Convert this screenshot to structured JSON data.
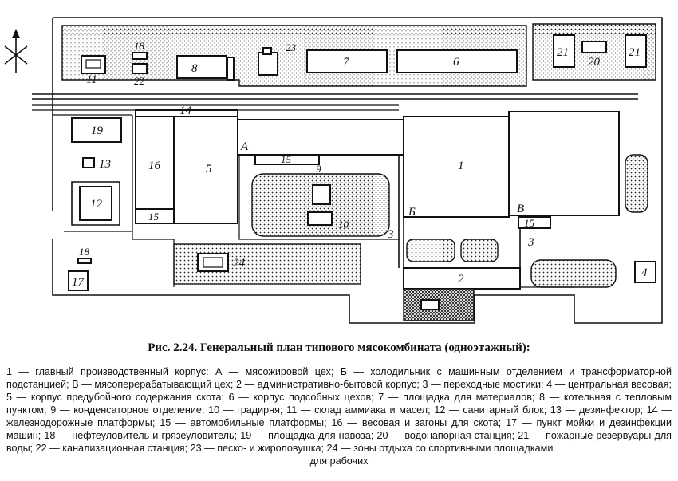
{
  "caption": "Рис. 2.24. Генеральный план типового мясокомбината (одноэтажный):",
  "legend": "1 — главный производственный корпус: А — мясожировой цех; Б — холодильник с машинным отделением и трансформаторной подстанцией; В — мясоперерабатывающий цех; 2 — административно-бытовой корпус; 3 — переходные мостики; 4 — центральная весовая; 5 — корпус предубойного содержания скота; 6 — корпус подсобных цехов; 7 — площадка для материалов; 8 — котельная с тепловым пунктом; 9 — конденсаторное отделение; 10 — градирня; 11 — склад аммиака и масел; 12 — санитарный блок; 13 — дезинфектор; 14 — железнодорожные платформы; 15 — автомобильные платформы; 16 — весовая и загоны для скота; 17 — пункт мойки и дезинфекции машин; 18 — нефтеуловитель и грязеуловитель; 19 — площадка для навоза; 20 — водонапорная станция; 21 — пожарные резервуары для воды; 22 — канализационная станция; 23 — песко- и жироловушка; 24 — зоны отдыха со спортивными площадками",
  "legend_last": "для рабочих",
  "labels": {
    "n1": "1",
    "n2": "2",
    "n3a": "3",
    "n3b": "3",
    "n4": "4",
    "n5": "5",
    "n6": "6",
    "n7": "7",
    "n8": "8",
    "n9": "9",
    "n10": "10",
    "n11": "11",
    "n12": "12",
    "n13": "13",
    "n14": "14",
    "n15a": "15",
    "n15b": "15",
    "n15c": "15",
    "n16": "16",
    "n17": "17",
    "n18a": "18",
    "n18b": "18",
    "n19": "19",
    "n20": "20",
    "n21a": "21",
    "n21b": "21",
    "n22": "22",
    "n23": "23",
    "n24": "24",
    "lA": "А",
    "lB": "Б",
    "lV": "В"
  },
  "icons": {
    "north": "north-arrow-icon"
  }
}
